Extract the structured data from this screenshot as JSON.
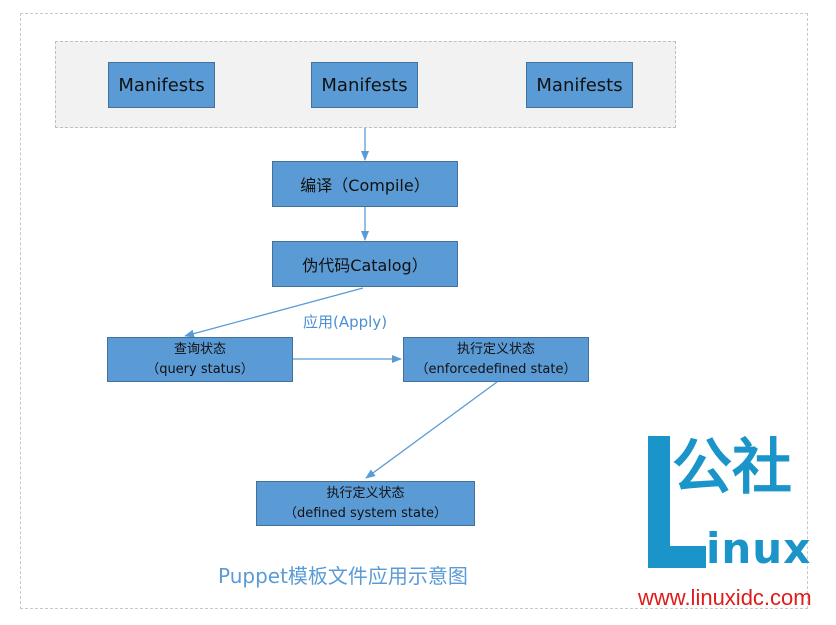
{
  "diagram": {
    "manifests": [
      {
        "label": "Manifests"
      },
      {
        "label": "Manifests"
      },
      {
        "label": "Manifests"
      }
    ],
    "compile_label": "编译（Compile）",
    "catalog_label": "伪代码Catalog）",
    "apply_label": "应用(Apply)",
    "query": {
      "line1": "查询状态",
      "line2": "（query status）"
    },
    "enforce": {
      "line1": "执行定义状态",
      "line2": "（enforcedefined state）"
    },
    "defined": {
      "line1": "执行定义状态",
      "line2": "（defined system state）"
    },
    "caption": "Puppet模板文件应用示意图"
  },
  "watermark": {
    "big_text": "公社",
    "letter_l": "L",
    "inux_text": "inux",
    "url": "www.linuxidc.com"
  },
  "colors": {
    "box_fill": "#5b9bd5",
    "arrow": "#5b9bd5",
    "caption": "#5b9bd5",
    "logo_blue": "#1a94c9",
    "logo_red": "#e01b1b"
  }
}
